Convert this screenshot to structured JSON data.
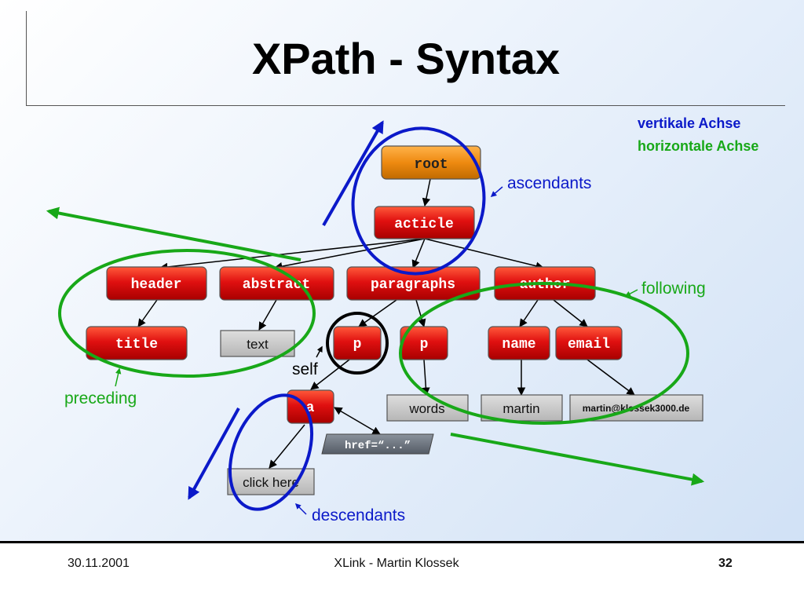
{
  "slide": {
    "title": "XPath - Syntax"
  },
  "legend": {
    "vertical": "vertikale Achse",
    "horizontal": "horizontale Achse"
  },
  "nodes": {
    "root": "root",
    "acticle": "acticle",
    "header": "header",
    "abstract": "abstract",
    "paragraphs": "paragraphs",
    "author": "author",
    "title": "title",
    "text": "text",
    "p_self": "p",
    "p2": "p",
    "name": "name",
    "email": "email",
    "a": "a",
    "words": "words",
    "martin": "martin",
    "martin_email": "martin@klossek3000.de",
    "href": "href=“...”",
    "click_here": "click here"
  },
  "annotations": {
    "ascendants": "ascendants",
    "following": "following",
    "preceding": "preceding",
    "self": "self",
    "descendants": "descendants"
  },
  "colors": {
    "vertical_axis": "#0b19c9",
    "horizontal_axis": "#18a818",
    "element_node": "#e01010",
    "root_node": "#ee8a10",
    "text_node": "#c8c8c8",
    "attribute_node": "#6c7480"
  },
  "footer": {
    "date": "30.11.2001",
    "title": "XLink - Martin Klossek",
    "page": "32"
  }
}
